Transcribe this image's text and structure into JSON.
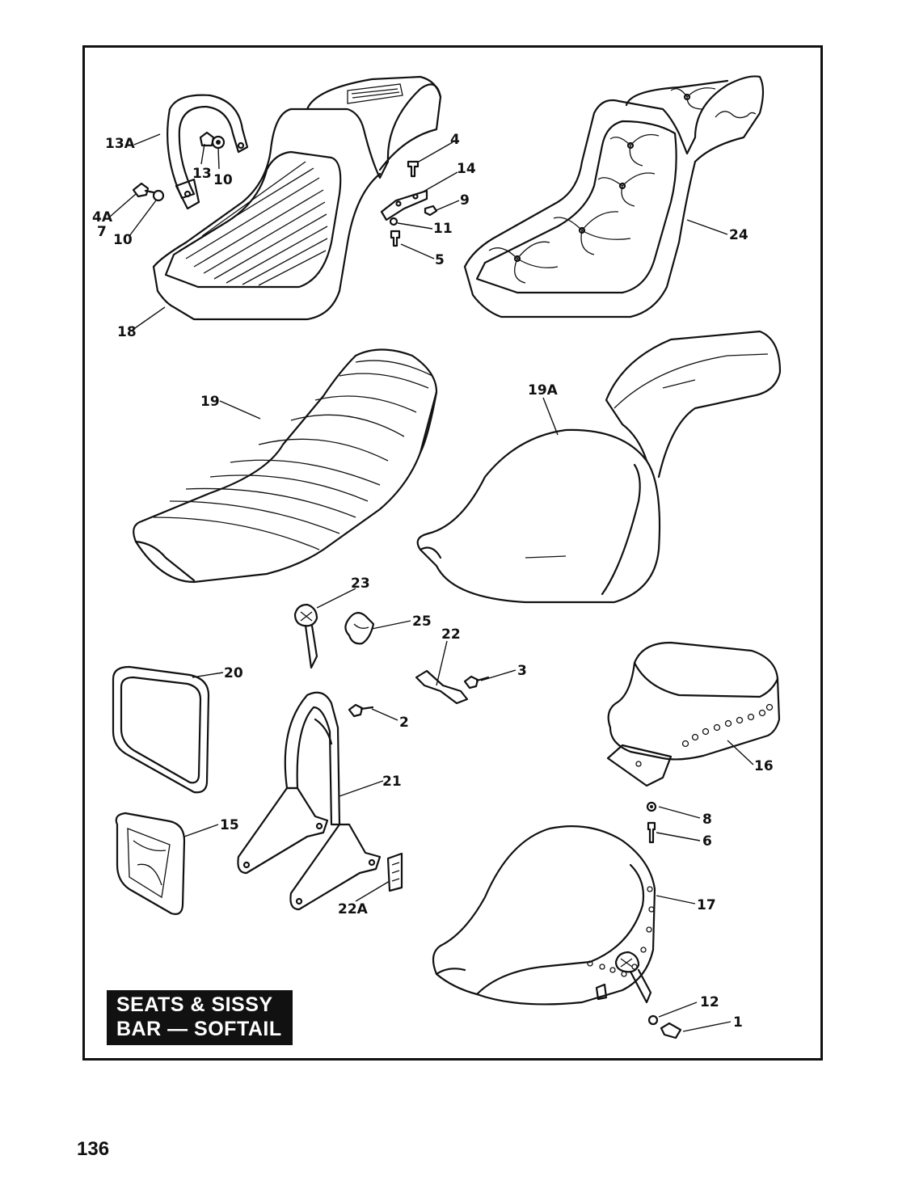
{
  "title": {
    "line1": "SEATS & SISSY",
    "line2": "BAR — SOFTAIL"
  },
  "page_number": "136",
  "callouts": [
    "13A",
    "13",
    "10",
    "4A",
    "7",
    "10",
    "4",
    "14",
    "9",
    "11",
    "5",
    "18",
    "24",
    "19",
    "19A",
    "23",
    "25",
    "22",
    "3",
    "20",
    "2",
    "21",
    "15",
    "22A",
    "16",
    "8",
    "6",
    "17",
    "12",
    "1"
  ]
}
